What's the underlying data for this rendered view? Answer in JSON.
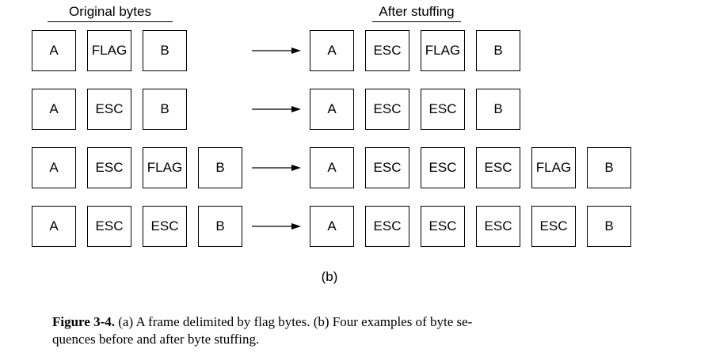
{
  "headers": {
    "original": "Original bytes",
    "after": "After stuffing"
  },
  "rows": [
    {
      "before": [
        "A",
        "FLAG",
        "B"
      ],
      "after": [
        "A",
        "ESC",
        "FLAG",
        "B"
      ]
    },
    {
      "before": [
        "A",
        "ESC",
        "B"
      ],
      "after": [
        "A",
        "ESC",
        "ESC",
        "B"
      ]
    },
    {
      "before": [
        "A",
        "ESC",
        "FLAG",
        "B"
      ],
      "after": [
        "A",
        "ESC",
        "ESC",
        "ESC",
        "FLAG",
        "B"
      ]
    },
    {
      "before": [
        "A",
        "ESC",
        "ESC",
        "B"
      ],
      "after": [
        "A",
        "ESC",
        "ESC",
        "ESC",
        "ESC",
        "B"
      ]
    }
  ],
  "subfigure_label": "(b)",
  "caption": {
    "label": "Figure 3-4.",
    "line1": "(a) A frame delimited by flag bytes.  (b) Four examples of byte se-",
    "line2": "quences before and after byte stuffing."
  }
}
